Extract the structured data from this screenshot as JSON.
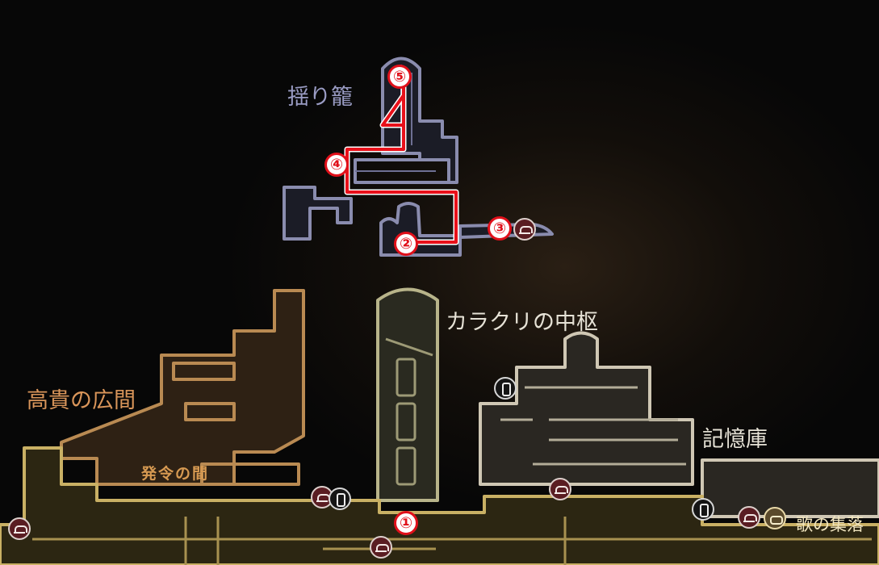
{
  "areas": {
    "cradle": "揺り籠",
    "clockwork_core": "カラクリの中枢",
    "high_halls": "高貴の広間",
    "command_chamber": "発令の間",
    "memorium": "記憶庫",
    "songclave": "歌の集落"
  },
  "route_steps": [
    "①",
    "②",
    "③",
    "④",
    "⑤"
  ],
  "colors": {
    "route": "#e8101a",
    "cradle_outline": "#8a8cae",
    "core_outline": "#b8b48a",
    "halls_outline": "#b98a52",
    "memorium_outline": "#cfc7b4",
    "corridor": "#c9b064"
  },
  "icons": [
    "bench-icon",
    "lift-icon",
    "bell-icon"
  ]
}
